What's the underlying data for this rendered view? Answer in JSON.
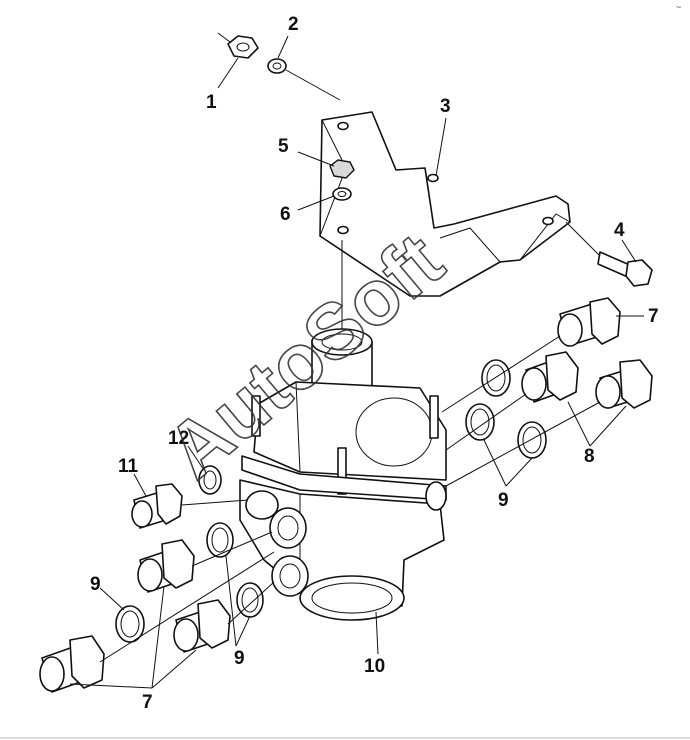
{
  "callouts": {
    "c1": "1",
    "c2": "2",
    "c3": "3",
    "c4": "4",
    "c5": "5",
    "c6": "6",
    "c7a": "7",
    "c7b": "7",
    "c8": "8",
    "c9a": "9",
    "c9b": "9",
    "c9c": "9",
    "c10": "10",
    "c11": "11",
    "c12": "12"
  },
  "watermark": "AutoSoft",
  "corner_mark": "~"
}
